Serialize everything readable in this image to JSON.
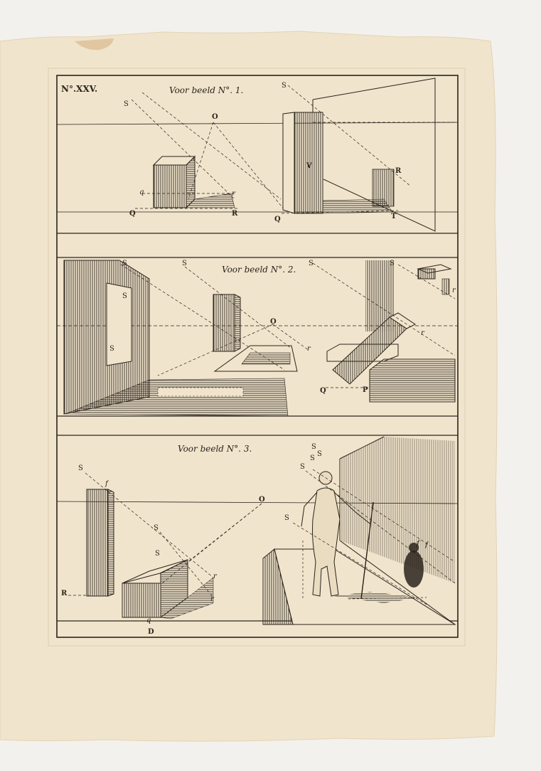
{
  "plate": {
    "number": "N°.XXV."
  },
  "colors": {
    "paper": "#f0e4cc",
    "ink": "#2b241c",
    "background": "#f3f1ed"
  },
  "panels": [
    {
      "title": "Voor beeld N°. 1.",
      "labels": [
        "S",
        "O",
        "q",
        "r",
        "Q",
        "R",
        "Q",
        "S",
        "V",
        "R",
        "T"
      ]
    },
    {
      "title": "Voor beeld N°. 2.",
      "labels": [
        "S",
        "S",
        "S",
        "S",
        "O",
        "r",
        "S",
        "S",
        "r",
        "r",
        "Q",
        "P"
      ]
    },
    {
      "title": "Voor beeld N°. 3.",
      "labels": [
        "S",
        "f",
        "O",
        "S",
        "S",
        "r",
        "r",
        "R",
        "q",
        "D",
        "S",
        "S",
        "S",
        "S",
        "S",
        "f",
        "f"
      ]
    }
  ]
}
